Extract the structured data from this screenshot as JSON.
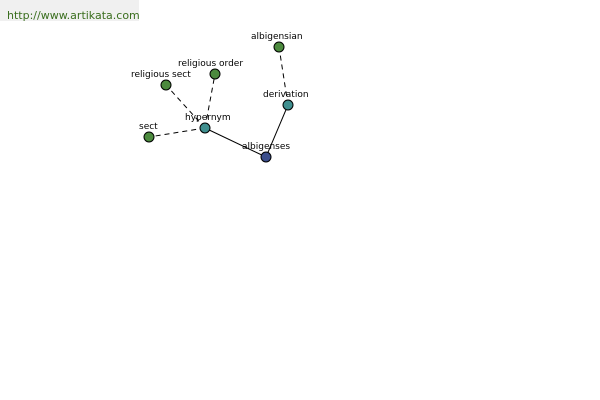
{
  "header": {
    "url": "http://www.artikata.com"
  },
  "graph": {
    "nodes": [
      {
        "id": "albigenses",
        "label": "albigenses",
        "color": "#3b4e8c"
      },
      {
        "id": "hypernym",
        "label": "hypernym",
        "color": "#3f8f8f"
      },
      {
        "id": "derivation",
        "label": "derivation",
        "color": "#3f8f8f"
      },
      {
        "id": "albigensian",
        "label": "albigensian",
        "color": "#4c8a3e"
      },
      {
        "id": "religious_order",
        "label": "religious order",
        "color": "#4c8a3e"
      },
      {
        "id": "religious_sect",
        "label": "religious sect",
        "color": "#4c8a3e"
      },
      {
        "id": "sect",
        "label": "sect",
        "color": "#4c8a3e"
      }
    ],
    "edges": [
      {
        "from": "albigenses",
        "to": "hypernym",
        "style": "solid"
      },
      {
        "from": "albigenses",
        "to": "derivation",
        "style": "solid"
      },
      {
        "from": "hypernym",
        "to": "religious_order",
        "style": "dashed"
      },
      {
        "from": "hypernym",
        "to": "religious_sect",
        "style": "dashed"
      },
      {
        "from": "hypernym",
        "to": "sect",
        "style": "dashed"
      },
      {
        "from": "derivation",
        "to": "albigensian",
        "style": "dashed"
      }
    ]
  }
}
